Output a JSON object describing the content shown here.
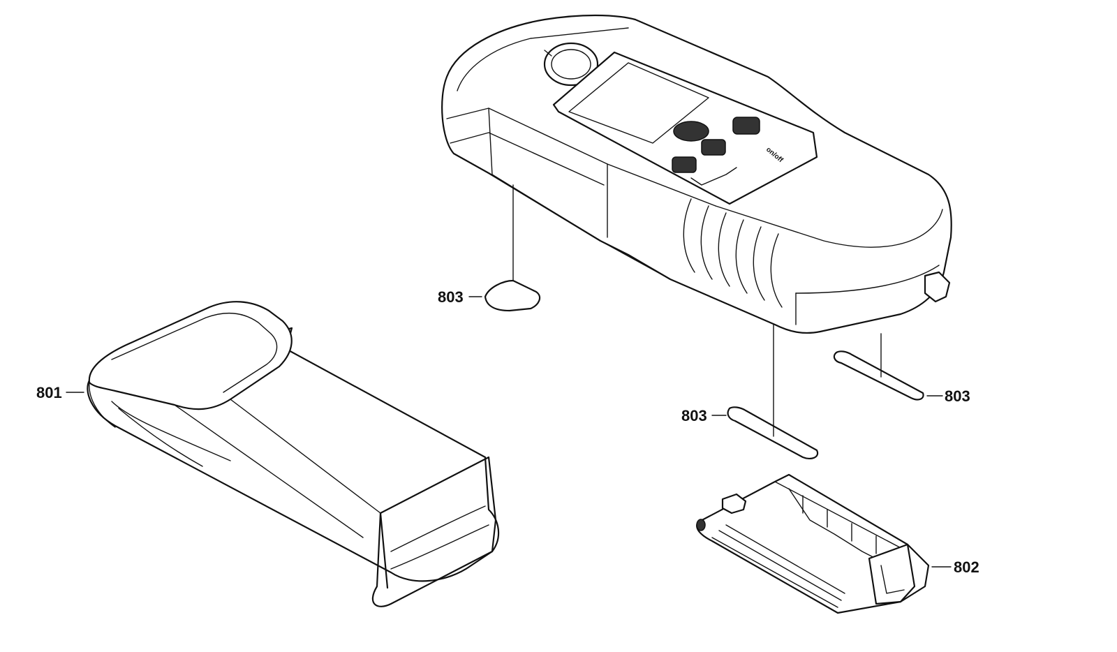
{
  "callouts": {
    "holster": "801",
    "battery_cover": "802",
    "pad_top": "803",
    "pad_right": "803",
    "pad_middle": "803"
  },
  "device": {
    "button_on_off": "on/off"
  }
}
